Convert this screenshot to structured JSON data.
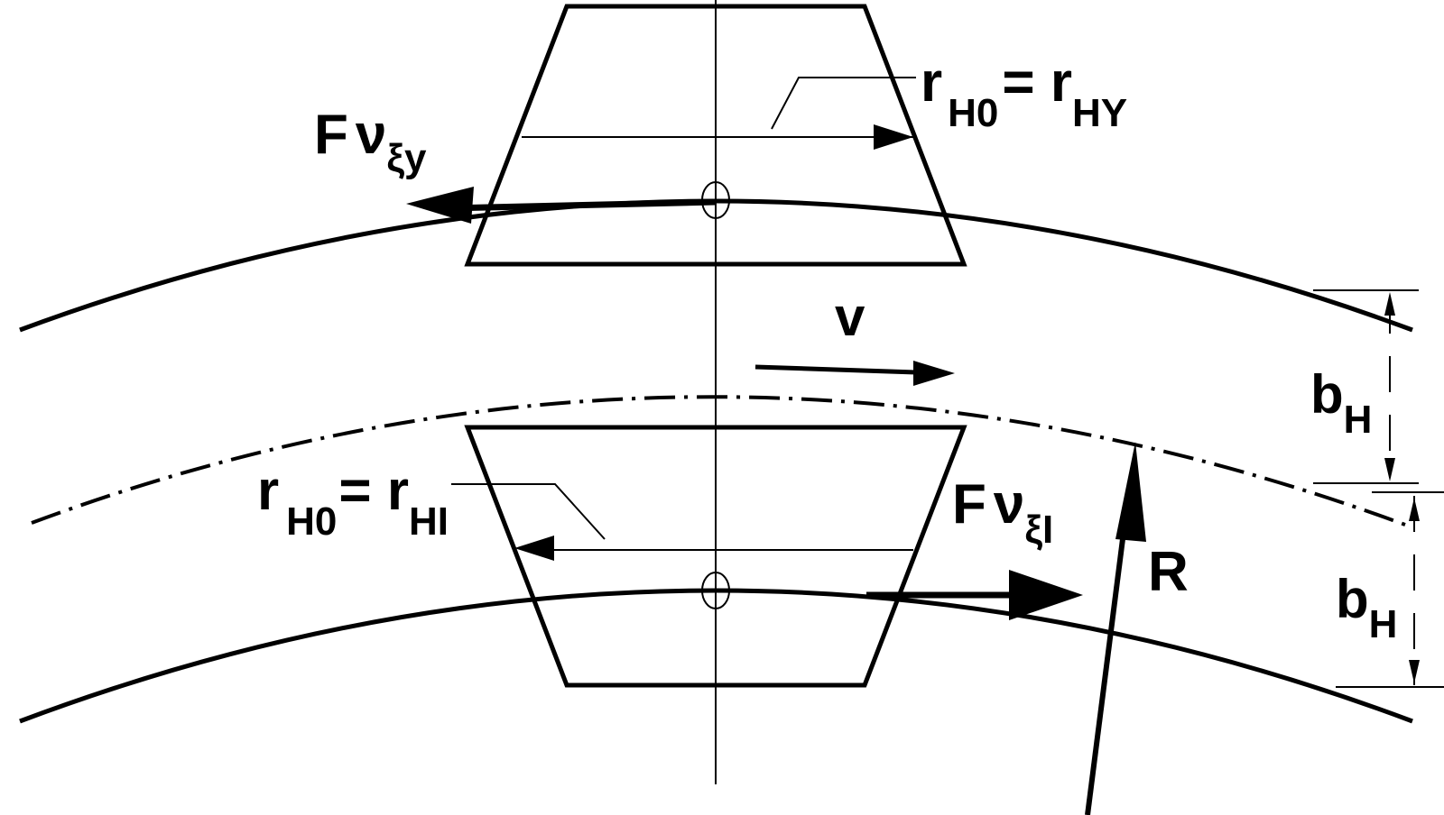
{
  "labels": {
    "force_upper": {
      "main": "F",
      "nu": "ν",
      "sub": "ξy"
    },
    "radius_upper": {
      "r1": "r",
      "sub1": "H0",
      "eq": "= ",
      "r2": "r",
      "sub2": "HY"
    },
    "velocity": "v",
    "radius_lower": {
      "r1": "r",
      "sub1": "H0",
      "eq": "= ",
      "r2": "r",
      "sub2": "HI"
    },
    "force_lower": {
      "main": "F",
      "nu": "ν",
      "sub": "ξI"
    },
    "radius_R": "R",
    "b_upper": {
      "main": "b",
      "sub": "H"
    },
    "b_lower": {
      "main": "b",
      "sub": "H"
    }
  },
  "colors": {
    "ink": "#000000",
    "background": "#ffffff"
  }
}
